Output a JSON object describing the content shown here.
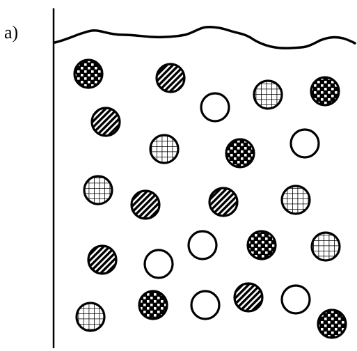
{
  "panel_label": "a)",
  "colors": {
    "stroke": "#000000",
    "background": "#ffffff"
  },
  "particle_patterns": [
    "checkered",
    "striped",
    "gridded",
    "plain"
  ],
  "particles": [
    {
      "pattern": "checkered"
    },
    {
      "pattern": "striped"
    },
    {
      "pattern": "plain"
    },
    {
      "pattern": "gridded"
    },
    {
      "pattern": "checkered"
    },
    {
      "pattern": "striped"
    },
    {
      "pattern": "gridded"
    },
    {
      "pattern": "checkered"
    },
    {
      "pattern": "plain"
    },
    {
      "pattern": "gridded"
    },
    {
      "pattern": "striped"
    },
    {
      "pattern": "striped"
    },
    {
      "pattern": "gridded"
    },
    {
      "pattern": "striped"
    },
    {
      "pattern": "plain"
    },
    {
      "pattern": "plain"
    },
    {
      "pattern": "checkered"
    },
    {
      "pattern": "gridded"
    },
    {
      "pattern": "gridded"
    },
    {
      "pattern": "checkered"
    },
    {
      "pattern": "plain"
    },
    {
      "pattern": "striped"
    },
    {
      "pattern": "plain"
    },
    {
      "pattern": "checkered"
    }
  ]
}
